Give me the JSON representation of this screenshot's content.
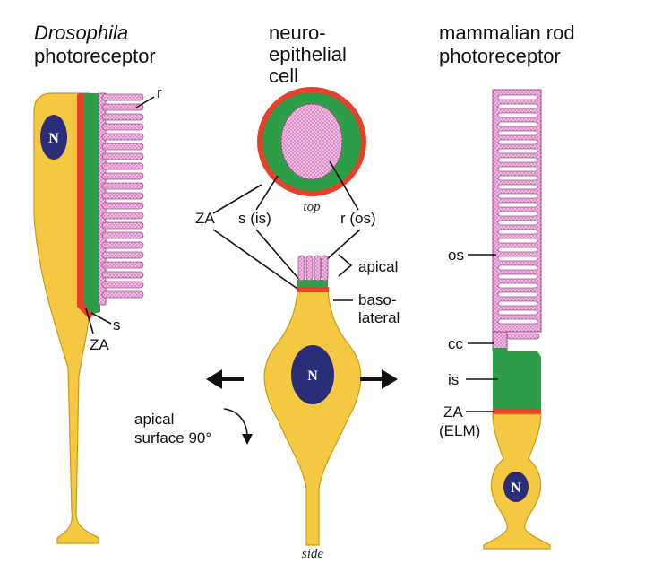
{
  "colors": {
    "cytoplasm": "#f5c842",
    "cytoplasm_edge": "#c89a18",
    "stalk": "#2e9e48",
    "junction": "#e8402a",
    "membrane": "#f2b8e0",
    "membrane_edge": "#a04890",
    "nucleus": "#2a2e78",
    "line": "#111111"
  },
  "icons": [
    "arrow-left-icon",
    "arrow-right-icon",
    "rotate-arrow-icon"
  ],
  "panels": {
    "drosophila": {
      "title_line1": "Drosophila",
      "title_line2": "photoreceptor",
      "nucleus": "N",
      "label_r": "r",
      "label_s": "s",
      "label_za": "ZA"
    },
    "neuroepithelial": {
      "title_line1": "neuro-",
      "title_line2": "epithelial",
      "title_line3": "cell",
      "top_view": "top",
      "side_view": "side",
      "label_za": "ZA",
      "label_s_is": "s (is)",
      "label_r_os": "r (os)",
      "label_apical": "apical",
      "label_baso1": "baso-",
      "label_baso2": "lateral",
      "nucleus": "N",
      "rotation_line1": "apical",
      "rotation_line2": "surface 90°"
    },
    "rod": {
      "title_line1": "mammalian rod",
      "title_line2": "photoreceptor",
      "label_os": "os",
      "label_cc": "cc",
      "label_is": "is",
      "label_za": "ZA",
      "label_elm": "(ELM)",
      "nucleus": "N"
    }
  }
}
